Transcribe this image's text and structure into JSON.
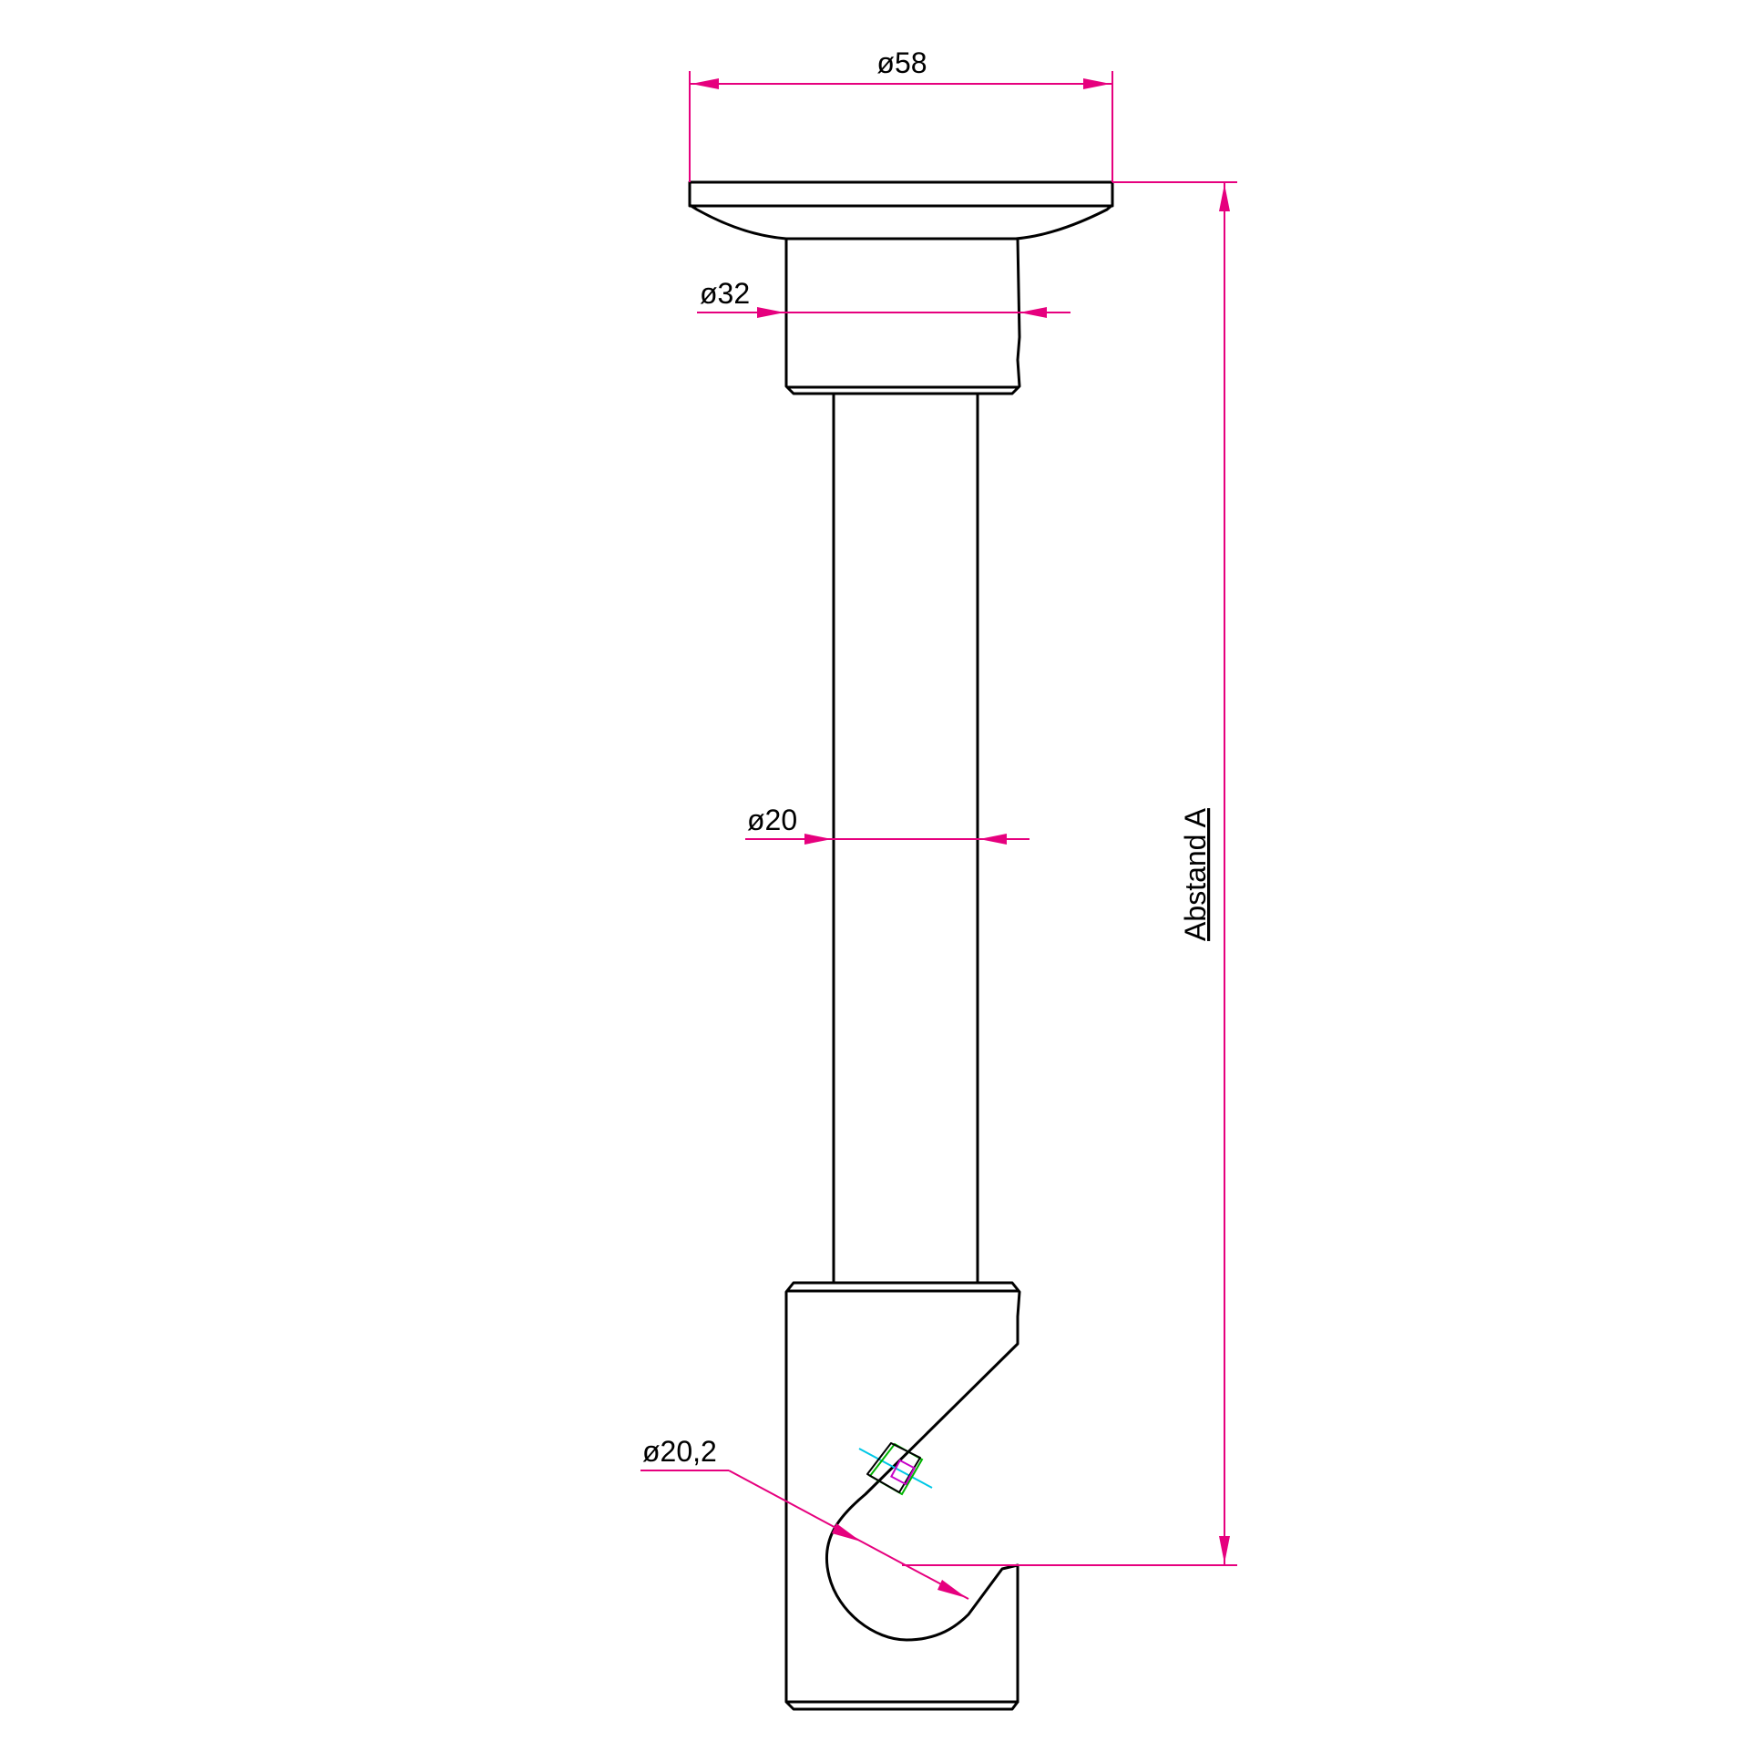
{
  "dimensions": {
    "flange_diameter": "ø58",
    "collar_diameter": "ø32",
    "rod_diameter": "ø20",
    "hook_diameter": "ø20,2",
    "length_label": "Abstand A"
  },
  "colors": {
    "outline": "#000000",
    "dimension_lines": "#e6007e",
    "set_screw_axis": "#00c8e6",
    "set_screw_body": "#00b400",
    "set_screw_thread": "#c800c8"
  }
}
